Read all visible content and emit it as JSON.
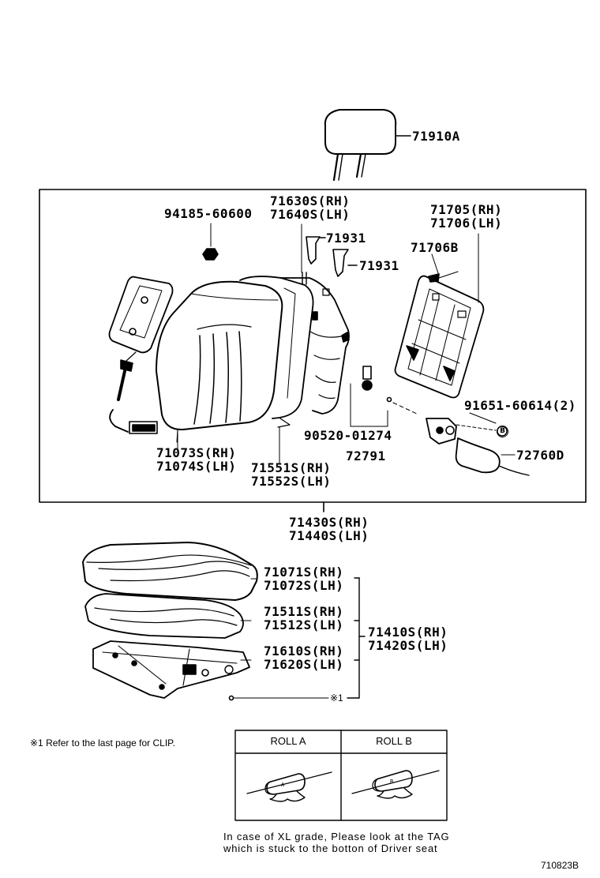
{
  "labels": {
    "headrest": "71910A",
    "cover_back_rh": "71630S(RH)",
    "cover_back_lh": "71640S(LH)",
    "nut_941": "94185-60600",
    "clip_1": "71931",
    "clip_2": "71931",
    "board_rh": "71705(RH)",
    "board_lh": "71706(LH)",
    "board_b": "71706B",
    "screw_916": "91651-60614(2)",
    "bolt_905": "90520-01274",
    "part_72791": "72791",
    "knob_72760": "72760D",
    "frame_back_rh": "71073S(RH)",
    "frame_back_lh": "71074S(LH)",
    "pad_back_rh": "71551S(RH)",
    "pad_back_lh": "71552S(LH)",
    "assy_back_rh": "71430S(RH)",
    "assy_back_lh": "71440S(LH)",
    "cushion_cover_rh": "71071S(RH)",
    "cushion_cover_lh": "71072S(LH)",
    "cushion_pad_rh": "71511S(RH)",
    "cushion_pad_lh": "71512S(LH)",
    "cushion_frame_rh": "71610S(RH)",
    "cushion_frame_lh": "71620S(LH)",
    "cushion_assy_rh": "71410S(RH)",
    "cushion_assy_lh": "71420S(LH)",
    "ref_mark": "※1",
    "marker_b": "B"
  },
  "notes": {
    "clip_note": "※1  Refer to the last page for CLIP.",
    "tag_line_1": "In case of XL grade, Please look at the TAG",
    "tag_line_2": "which is stuck to the botton of Driver seat",
    "diagram_id": "710823B"
  },
  "roll_table": {
    "headers": [
      "ROLL A",
      "ROLL B"
    ]
  }
}
